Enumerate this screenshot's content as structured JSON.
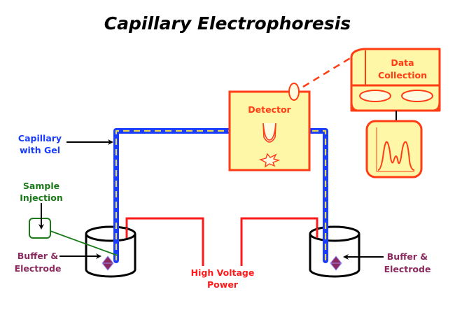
{
  "title": "Capillary Electrophoresis",
  "labels": {
    "capillary_line1": "Capillary",
    "capillary_line2": "with Gel",
    "sample_line1": "Sample",
    "sample_line2": "Injection",
    "buffer_left_line1": "Buffer &",
    "buffer_left_line2": "Electrode",
    "buffer_right_line1": "Buffer &",
    "buffer_right_line2": "Electrode",
    "hv_line1": "High Voltage",
    "hv_line2": "Power",
    "detector": "Detector",
    "data_line1": "Data",
    "data_line2": "Collection"
  },
  "colors": {
    "capillary": "#1a3cff",
    "gel": "#e8d84a",
    "detector_fill": "#fff7a8",
    "detector_stroke": "#ff3c14",
    "detector_text": "#ff3c14",
    "power": "#ff1a1a",
    "sample": "#1a7a1a",
    "buffer_text": "#8a2a5e",
    "electrode": "#8a2a5e",
    "capillary_text": "#1a3cff"
  },
  "icons": [
    "arrow-icon",
    "electrode-diamond-icon",
    "light-source-icon",
    "detector-cuvette-icon",
    "electropherogram-icon",
    "disk-icon"
  ]
}
